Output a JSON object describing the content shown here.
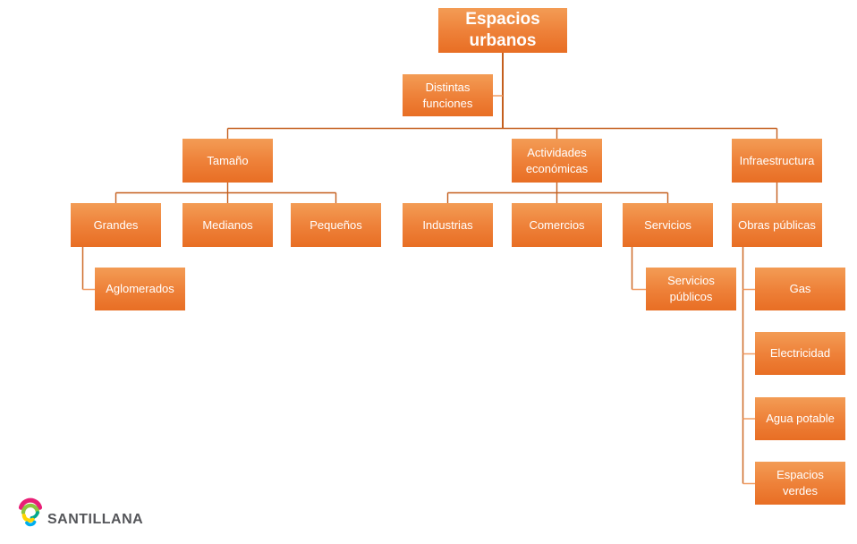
{
  "diagram": {
    "nodes": {
      "root": {
        "label": "Espacios urbanos"
      },
      "funciones": {
        "label": "Distintas funciones"
      },
      "tamano": {
        "label": "Tamaño"
      },
      "grandes": {
        "label": "Grandes"
      },
      "medianos": {
        "label": "Medianos"
      },
      "pequenos": {
        "label": "Pequeños"
      },
      "aglomerados": {
        "label": "Aglomerados"
      },
      "actividades": {
        "label": "Actividades económicas"
      },
      "industrias": {
        "label": "Industrias"
      },
      "comercios": {
        "label": "Comercios"
      },
      "servicios": {
        "label": "Servicios"
      },
      "servicios_publicos": {
        "label": "Servicios públicos"
      },
      "infraestructura": {
        "label": "Infraestructura"
      },
      "obras_publicas": {
        "label": "Obras públicas"
      },
      "gas": {
        "label": "Gas"
      },
      "electricidad": {
        "label": "Electricidad"
      },
      "agua_potable": {
        "label": "Agua potable"
      },
      "espacios_verdes": {
        "label": "Espacios verdes"
      }
    },
    "colors": {
      "box_gradient_top": "#F39C55",
      "box_gradient_bottom": "#E86E24",
      "box_text": "#FFFFFF",
      "connector_dark": "#C45F1E",
      "connector_medium": "#CE6B28",
      "connector_light": "#F09C62"
    }
  },
  "footer": {
    "brand": "SANTILLANA",
    "brand_text_color": "#55565A",
    "logo_colors": {
      "magenta": "#E81F76",
      "green": "#8DC63F",
      "teal": "#00A88E",
      "yellow": "#FFD500",
      "blue": "#00AEEF"
    }
  }
}
